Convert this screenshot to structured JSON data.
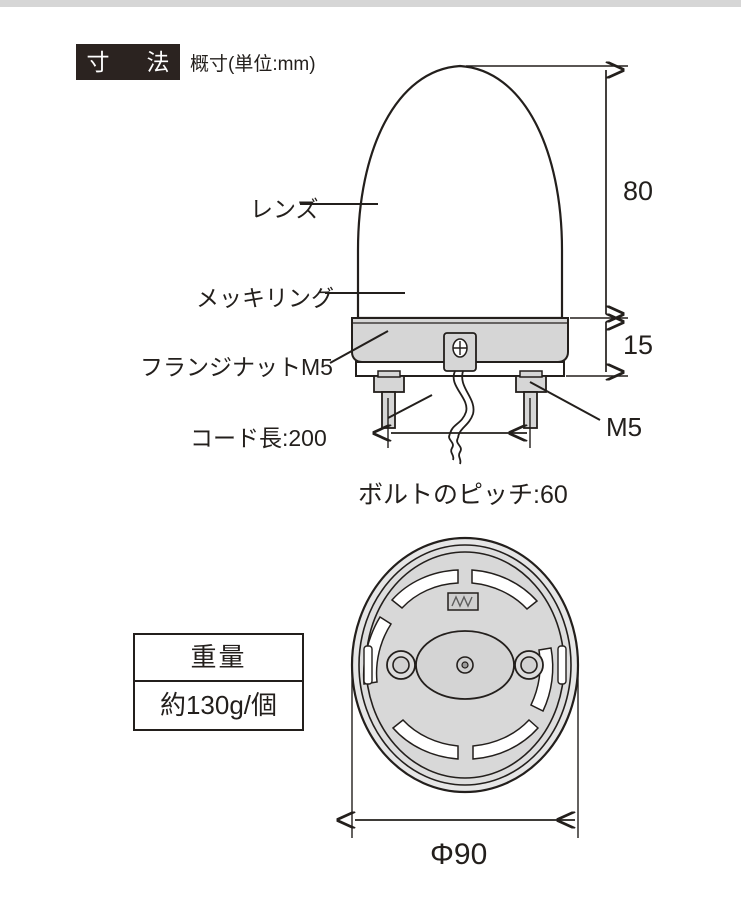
{
  "header": {
    "tag": "寸　法",
    "note": "概寸(単位:mm)"
  },
  "callouts": {
    "lens": "レンズ",
    "plating_ring": "メッキリング",
    "flange_nut": "フランジナットM5",
    "cord_length": "コード長:200",
    "bolt_pitch": "ボルトのピッチ:60",
    "m5": "M5"
  },
  "dimensions": {
    "height_lens": "80",
    "height_base": "15",
    "diameter": "Φ90"
  },
  "weight_table": {
    "header": "重量",
    "value": "約130g/個"
  },
  "colors": {
    "tag_background": "#2b2320",
    "line": "#231f1c",
    "body_fill": "#d6d6d6",
    "lens_fill": "#ffffff",
    "top_strip": "#d6d6d6"
  },
  "icons": {
    "brand_mark": "brand-logo-mark",
    "center_boss": "center-boss",
    "screw_head": "screw-head"
  }
}
